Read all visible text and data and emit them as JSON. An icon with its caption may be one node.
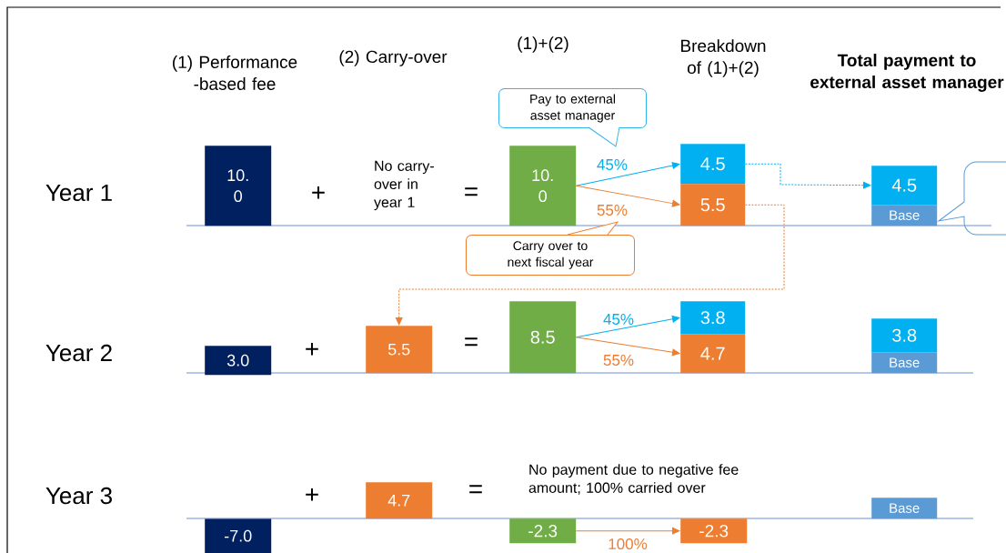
{
  "diagram": {
    "nodes": [
      {
        "text": [
          "10. 0"
        ]
      },
      {
        "text": [
          "10. 0"
        ]
      },
      {
        "text": [
          "4.5"
        ]
      },
      {
        "text": [
          "5.5"
        ]
      },
      {
        "text": [
          "4.5"
        ]
      },
      {
        "text": [
          "Base"
        ]
      },
      {
        "text": [
          "3.0"
        ]
      },
      {
        "text": [
          "5.5"
        ]
      },
      {
        "text": [
          "8.5"
        ]
      },
      {
        "text": [
          "3.8"
        ]
      },
      {
        "text": [
          "4.7"
        ]
      },
      {
        "text": [
          "3.8"
        ]
      },
      {
        "text": [
          "Base"
        ]
      },
      {
        "text": [
          "4.7"
        ]
      },
      {
        "text": [
          "-2.3"
        ]
      },
      {
        "text": [
          "-2.3"
        ]
      },
      {
        "text": [
          "Base"
        ]
      },
      {
        "text": [
          "-7.0"
        ]
      },
      {
        "text": [
          "Pay to external asset manager"
        ]
      },
      {
        "text": [
          "Carry over to next fiscal year"
        ]
      },
      {
        "text": [],
        "shape": "box"
      }
    ],
    "edges": [
      {
        "from": 1,
        "to": 2,
        "arrow": "to",
        "label": "45%",
        "color": "#00b0f0"
      },
      {
        "from": 1,
        "to": 3,
        "arrow": "to",
        "label": "55%",
        "color": "#ed7d31"
      },
      {
        "from": 2,
        "to": 4,
        "arrow": "to",
        "style": "dashed",
        "color": "#00b0f0"
      },
      {
        "from": 3,
        "to": 7,
        "arrow": "to",
        "style": "dashed",
        "color": "#ed7d31"
      },
      {
        "from": 8,
        "to": 9,
        "arrow": "to",
        "label": "45%",
        "color": "#00b0f0"
      },
      {
        "from": 8,
        "to": 10,
        "arrow": "to",
        "label": "55%",
        "color": "#ed7d31"
      },
      {
        "from": 14,
        "to": 15,
        "arrow": "to",
        "label": "100%",
        "color": "#ed7d31"
      }
    ],
    "labels": [
      "(1) Performance -based fee",
      "(2) Carry-over",
      "(1)+(2)",
      "Breakdown of (1)+(2)",
      "Total payment to external asset manager",
      "Year 1",
      "+",
      "No carry- over in year 1",
      "=",
      "Year 2",
      "+",
      "=",
      "Year 3",
      "+",
      "=",
      "No payment due to negative fee amount; 100% carried over"
    ]
  }
}
